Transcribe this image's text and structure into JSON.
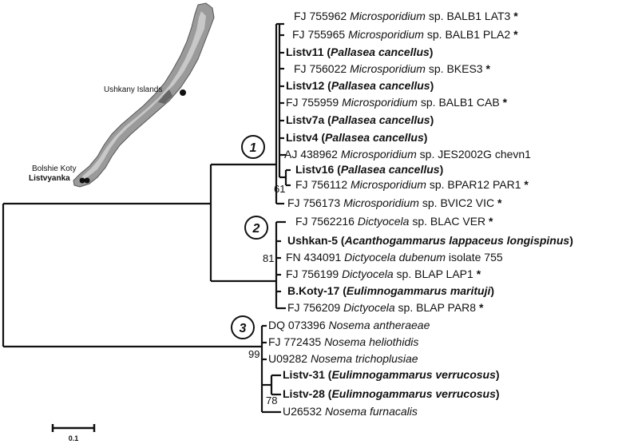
{
  "clades": [
    "1",
    "2",
    "3"
  ],
  "bootstrap": [
    "61",
    "81",
    "99",
    "78"
  ],
  "scale_bar": "0.1",
  "map": {
    "labels": [
      "Ushkany Islands",
      "Bolshie Koty",
      "Listvyanka"
    ]
  },
  "taxa": [
    {
      "acc": "FJ 755962",
      "genus": "Microsporidium",
      "rest": "sp. BALB1 LAT3",
      "star": "*",
      "bold": false
    },
    {
      "acc": "FJ 755965",
      "genus": "Microsporidium",
      "rest": "sp. BALB1 PLA2",
      "star": "*",
      "bold": false
    },
    {
      "acc": "",
      "pre": "Listv11 (",
      "host": "Pallasea cancellus",
      "post": ")",
      "bold": true
    },
    {
      "acc": "FJ 756022",
      "genus": "Microsporidium",
      "rest": "sp. BKES3",
      "star": "*",
      "bold": false
    },
    {
      "acc": "",
      "pre": "Listv12 (",
      "host": "Pallasea cancellus",
      "post": ")",
      "bold": true
    },
    {
      "acc": "FJ 755959",
      "genus": "Microsporidium",
      "rest": "sp. BALB1 CAB",
      "star": "*",
      "bold": false
    },
    {
      "acc": "",
      "pre": "Listv7a (",
      "host": "Pallasea cancellus",
      "post": ")",
      "bold": true
    },
    {
      "acc": "",
      "pre": "Listv4 (",
      "host": "Pallasea cancellus",
      "post": ")",
      "bold": true
    },
    {
      "acc": "AJ 438962",
      "genus": "Microsporidium",
      "rest": "sp. JES2002G chevn1",
      "star": "",
      "bold": false
    },
    {
      "acc": "",
      "pre": "Listv16 (",
      "host": "Pallasea cancellus",
      "post": ")",
      "bold": true
    },
    {
      "acc": "FJ 756112",
      "genus": "Microsporidium",
      "rest": "sp. BPAR12 PAR1",
      "star": "*",
      "bold": false
    },
    {
      "acc": "FJ 756173",
      "genus": "Microsporidium",
      "rest": "sp. BVIC2 VIC",
      "star": "*",
      "bold": false
    },
    {
      "acc": "FJ 7562216",
      "genus": "Dictyocela",
      "rest": "sp. BLAC VER",
      "star": "*",
      "bold": false
    },
    {
      "acc": "",
      "pre": "Ushkan-5 (",
      "host": "Acanthogammarus lappaceus longispinus",
      "post": ")",
      "bold": true
    },
    {
      "acc": "FN 434091",
      "genus": "Dictyocela dubenum",
      "rest": "isolate 755",
      "star": "",
      "bold": false
    },
    {
      "acc": "FJ 756199",
      "genus": "Dictyocela",
      "rest": "sp. BLAP LAP1",
      "star": "*",
      "bold": false
    },
    {
      "acc": "",
      "pre": "B.Koty-17 (",
      "host": "Eulimnogammarus marituji",
      "post": ")",
      "bold": true
    },
    {
      "acc": "FJ 756209",
      "genus": "Dictyocela",
      "rest": "sp. BLAP PAR8",
      "star": "*",
      "bold": false
    },
    {
      "acc": "DQ 073396",
      "genus": "Nosema antheraeae",
      "rest": "",
      "star": "",
      "bold": false
    },
    {
      "acc": "FJ 772435",
      "genus": "Nosema heliothidis",
      "rest": "",
      "star": "",
      "bold": false
    },
    {
      "acc": "U09282",
      "genus": "Nosema trichoplusiae",
      "rest": "",
      "star": "",
      "bold": false
    },
    {
      "acc": "",
      "pre": "Listv-31 (",
      "host": "Eulimnogammarus verrucosus",
      "post": ")",
      "bold": true
    },
    {
      "acc": "",
      "pre": "Listv-28 (",
      "host": "Eulimnogammarus verrucosus",
      "post": ")",
      "bold": true
    },
    {
      "acc": "U26532",
      "genus": "Nosema furnacalis",
      "rest": "",
      "star": "",
      "bold": false
    }
  ]
}
